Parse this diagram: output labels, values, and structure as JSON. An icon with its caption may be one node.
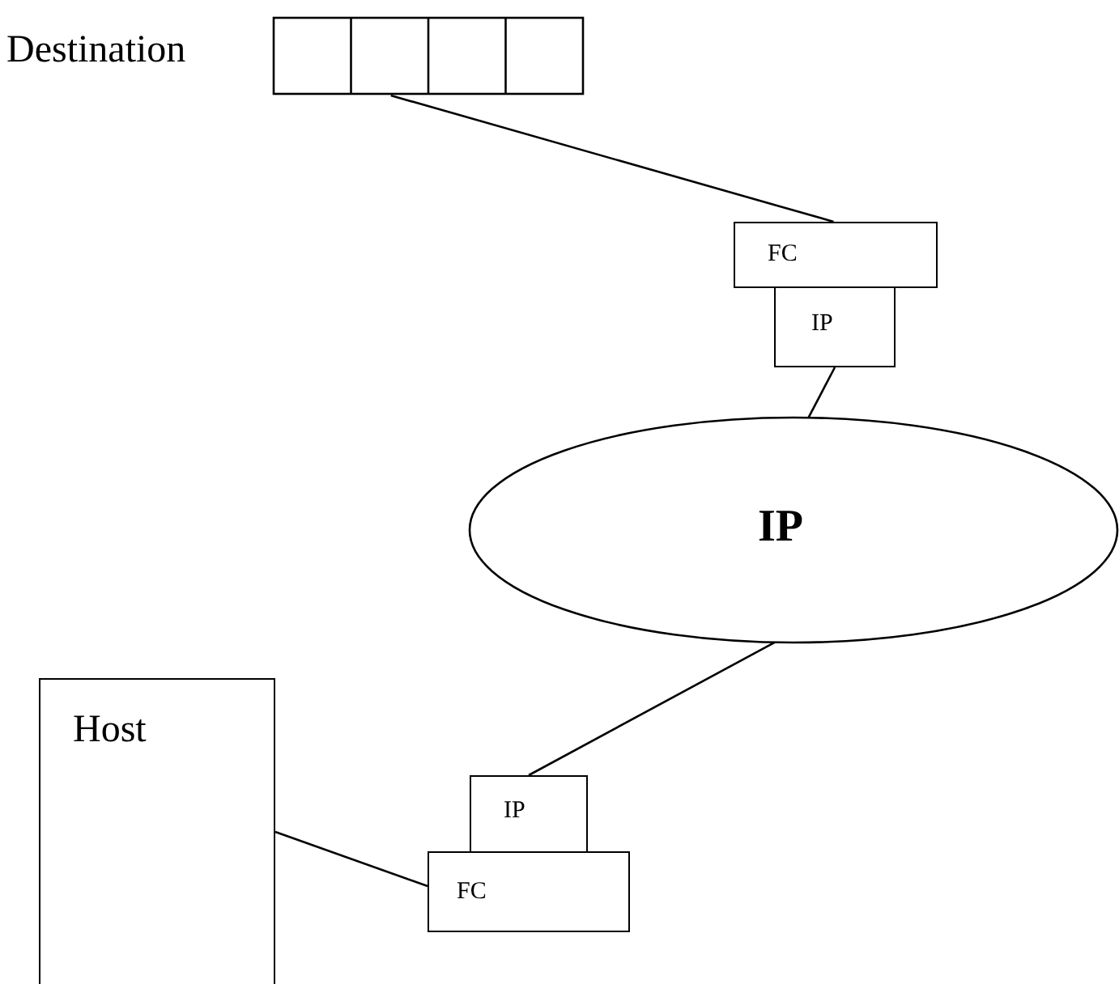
{
  "diagram": {
    "nodes": [
      {
        "text": [
          "Destination"
        ]
      },
      {
        "text": [
          "FC"
        ]
      },
      {
        "text": [
          "IP"
        ]
      },
      {
        "text": [
          "IP"
        ]
      },
      {
        "text": [
          "Host"
        ]
      },
      {
        "text": [
          "IP"
        ]
      },
      {
        "text": [
          "FC"
        ]
      }
    ],
    "edges": [
      {
        "from": 0,
        "to": 1,
        "arrow": "none"
      },
      {
        "from": 2,
        "to": 3,
        "arrow": "none"
      },
      {
        "from": 3,
        "to": 5,
        "arrow": "none"
      },
      {
        "from": 4,
        "to": 6,
        "arrow": "none"
      }
    ]
  }
}
